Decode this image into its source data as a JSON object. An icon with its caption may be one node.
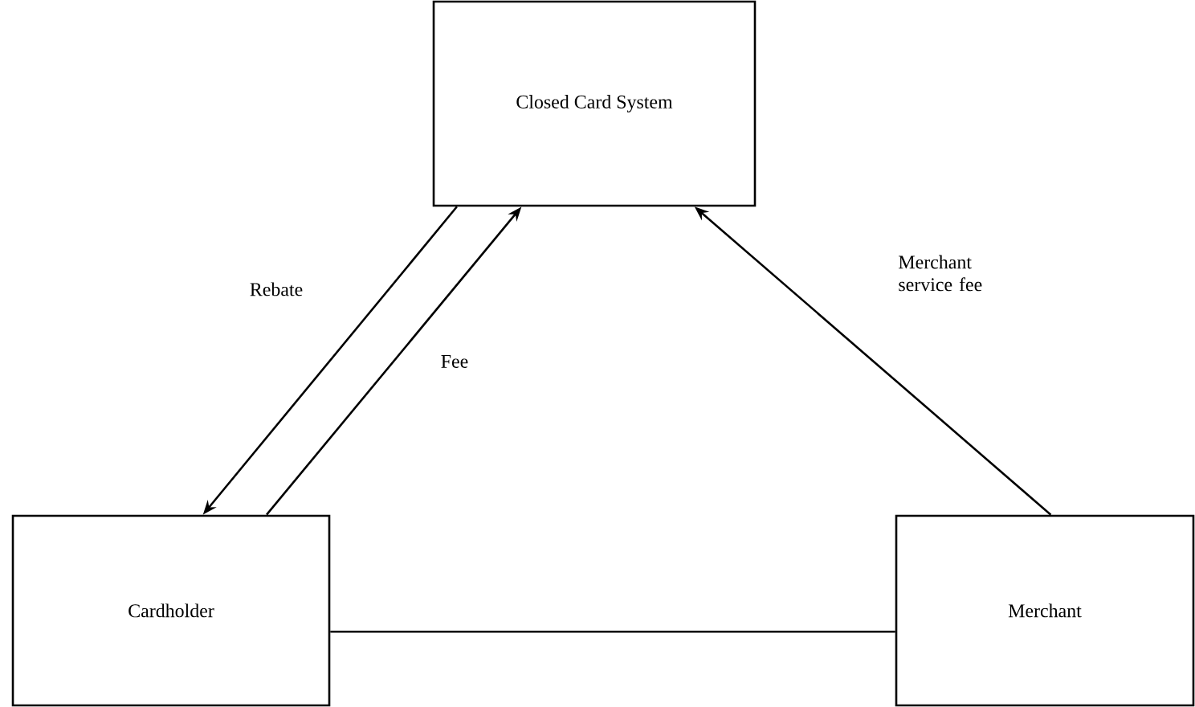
{
  "diagram": {
    "nodes": [
      {
        "text": [
          "Closed Card System"
        ]
      },
      {
        "text": [
          "Cardholder"
        ]
      },
      {
        "text": [
          "Merchant"
        ]
      }
    ],
    "edges": [
      {
        "from": 0,
        "to": 1,
        "arrow": "to",
        "label": "Rebate"
      },
      {
        "from": 1,
        "to": 0,
        "arrow": "to",
        "label": "Fee"
      },
      {
        "from": 2,
        "to": 0,
        "arrow": "to",
        "label": "Merchant service fee"
      },
      {
        "from": 1,
        "to": 2,
        "arrow": "none"
      }
    ]
  }
}
